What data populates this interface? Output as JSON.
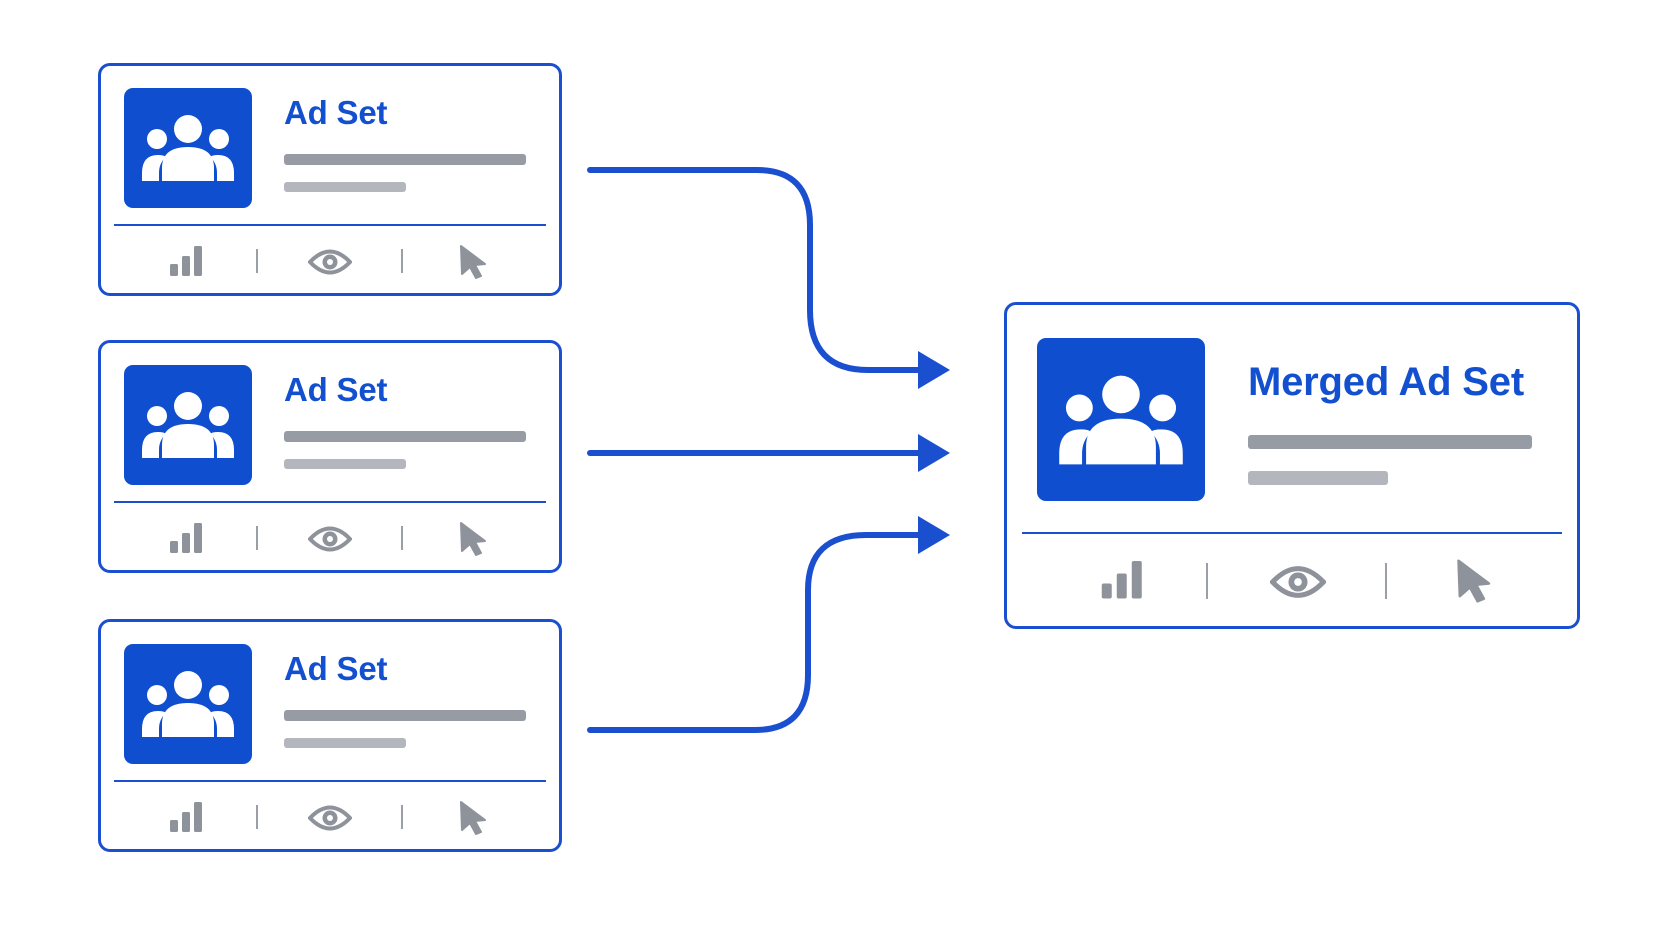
{
  "colors": {
    "accent": "#1a4fd0",
    "icon_fill": "#0f4fcf",
    "title_text": "#1350cf",
    "metric_icon": "#8e929a",
    "placeholder_bar": "#979ba3"
  },
  "source_ad_sets": [
    {
      "title": "Ad Set",
      "icon": "users-group-icon",
      "metrics": [
        "bar-chart-icon",
        "eye-icon",
        "cursor-icon"
      ]
    },
    {
      "title": "Ad Set",
      "icon": "users-group-icon",
      "metrics": [
        "bar-chart-icon",
        "eye-icon",
        "cursor-icon"
      ]
    },
    {
      "title": "Ad Set",
      "icon": "users-group-icon",
      "metrics": [
        "bar-chart-icon",
        "eye-icon",
        "cursor-icon"
      ]
    }
  ],
  "merged_ad_set": {
    "title": "Merged Ad Set",
    "icon": "users-group-icon",
    "metrics": [
      "bar-chart-icon",
      "eye-icon",
      "cursor-icon"
    ]
  },
  "connectors": [
    {
      "from": "source_ad_sets.0",
      "to": "merged_ad_set",
      "icon": "arrow-right-icon"
    },
    {
      "from": "source_ad_sets.1",
      "to": "merged_ad_set",
      "icon": "arrow-right-icon"
    },
    {
      "from": "source_ad_sets.2",
      "to": "merged_ad_set",
      "icon": "arrow-right-icon"
    }
  ]
}
